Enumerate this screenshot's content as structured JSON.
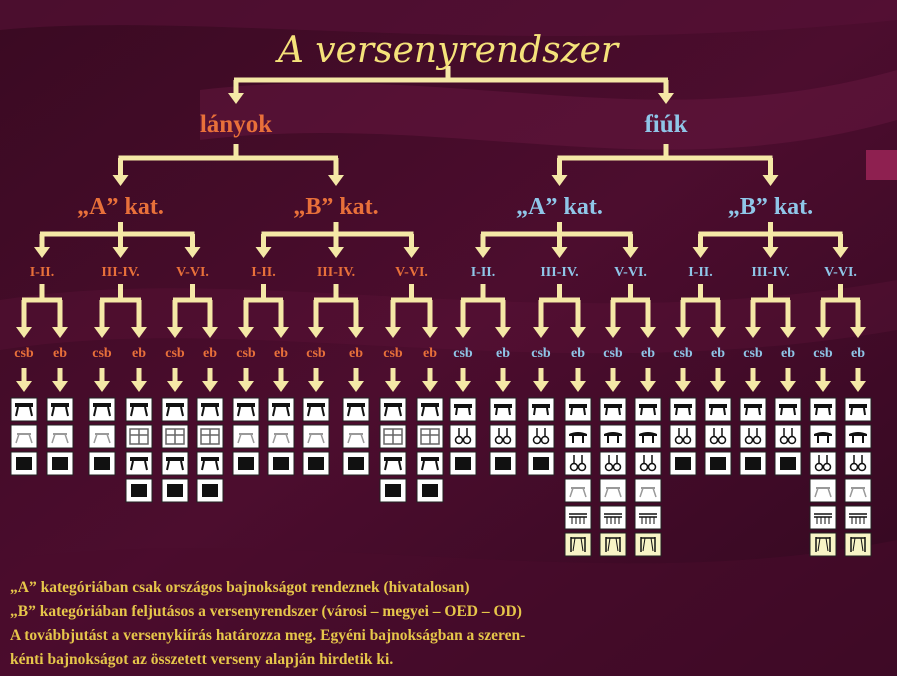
{
  "title": "A versenyrendszer",
  "colors": {
    "arrow": "#f5e8a6",
    "girls": "#e8703a",
    "boys": "#8fc6e8",
    "footer": "#e6c64a",
    "title": "#f5e27a"
  },
  "genders": [
    {
      "label": "lányok",
      "categories": [
        {
          "label": "„A” kat.",
          "levels": [
            {
              "label": "I-II.",
              "groups": [
                {
                  "label": "csb",
                  "icons": [
                    "beam",
                    "vault",
                    "bar"
                  ]
                },
                {
                  "label": "eb",
                  "icons": [
                    "beam",
                    "vault",
                    "bar"
                  ]
                }
              ]
            },
            {
              "label": "III-IV.",
              "groups": [
                {
                  "label": "csb",
                  "icons": [
                    "beam",
                    "vault",
                    "bar"
                  ]
                },
                {
                  "label": "eb",
                  "icons": [
                    "beam",
                    "uneven-bars",
                    "beam",
                    "bar"
                  ]
                }
              ]
            },
            {
              "label": "V-VI.",
              "groups": [
                {
                  "label": "csb",
                  "icons": [
                    "beam",
                    "uneven-bars",
                    "beam",
                    "bar"
                  ]
                },
                {
                  "label": "eb",
                  "icons": [
                    "beam",
                    "uneven-bars",
                    "beam",
                    "bar"
                  ]
                }
              ]
            }
          ]
        },
        {
          "label": "„B” kat.",
          "levels": [
            {
              "label": "I-II.",
              "groups": [
                {
                  "label": "csb",
                  "icons": [
                    "beam",
                    "vault",
                    "bar"
                  ]
                },
                {
                  "label": "eb",
                  "icons": [
                    "beam",
                    "vault",
                    "bar"
                  ]
                }
              ]
            },
            {
              "label": "III-IV.",
              "groups": [
                {
                  "label": "csb",
                  "icons": [
                    "beam",
                    "vault",
                    "bar"
                  ]
                },
                {
                  "label": "eb",
                  "icons": [
                    "beam",
                    "vault",
                    "bar"
                  ]
                }
              ]
            },
            {
              "label": "V-VI.",
              "groups": [
                {
                  "label": "csb",
                  "icons": [
                    "beam",
                    "uneven-bars",
                    "beam",
                    "bar"
                  ]
                },
                {
                  "label": "eb",
                  "icons": [
                    "beam",
                    "uneven-bars",
                    "beam",
                    "bar"
                  ]
                }
              ]
            }
          ]
        }
      ]
    },
    {
      "label": "fiúk",
      "categories": [
        {
          "label": "„A” kat.",
          "levels": [
            {
              "label": "I-II.",
              "groups": [
                {
                  "label": "csb",
                  "icons": [
                    "floor",
                    "rings",
                    "bar"
                  ]
                },
                {
                  "label": "eb",
                  "icons": [
                    "floor",
                    "rings",
                    "bar"
                  ]
                }
              ]
            },
            {
              "label": "III-IV.",
              "groups": [
                {
                  "label": "csb",
                  "icons": [
                    "floor",
                    "rings",
                    "bar"
                  ]
                },
                {
                  "label": "eb",
                  "icons": [
                    "floor",
                    "pommel",
                    "rings",
                    "vault",
                    "parallel",
                    "high-bar"
                  ]
                }
              ]
            },
            {
              "label": "V-VI.",
              "groups": [
                {
                  "label": "csb",
                  "icons": [
                    "floor",
                    "pommel",
                    "rings",
                    "vault",
                    "parallel",
                    "high-bar"
                  ]
                },
                {
                  "label": "eb",
                  "icons": [
                    "floor",
                    "pommel",
                    "rings",
                    "vault",
                    "parallel",
                    "high-bar"
                  ]
                }
              ]
            }
          ]
        },
        {
          "label": "„B” kat.",
          "levels": [
            {
              "label": "I-II.",
              "groups": [
                {
                  "label": "csb",
                  "icons": [
                    "floor",
                    "rings",
                    "bar"
                  ]
                },
                {
                  "label": "eb",
                  "icons": [
                    "floor",
                    "rings",
                    "bar"
                  ]
                }
              ]
            },
            {
              "label": "III-IV.",
              "groups": [
                {
                  "label": "csb",
                  "icons": [
                    "floor",
                    "rings",
                    "bar"
                  ]
                },
                {
                  "label": "eb",
                  "icons": [
                    "floor",
                    "rings",
                    "bar"
                  ]
                }
              ]
            },
            {
              "label": "V-VI.",
              "groups": [
                {
                  "label": "csb",
                  "icons": [
                    "floor",
                    "pommel",
                    "rings",
                    "vault",
                    "parallel",
                    "high-bar"
                  ]
                },
                {
                  "label": "eb",
                  "icons": [
                    "floor",
                    "pommel",
                    "rings",
                    "vault",
                    "parallel",
                    "high-bar"
                  ]
                }
              ]
            }
          ]
        }
      ]
    }
  ],
  "footer": [
    "„A” kategóriában csak országos bajnokságot rendeznek (hivatalosan)",
    "„B” kategóriában feljutásos a versenyrendszer (városi – megyei – OED – OD)",
    "A továbbjutást a versenykiírás határozza meg. Egyéni bajnokságban a szeren-",
    "kénti bajnokságot az összetett verseny alapján hirdetik ki."
  ]
}
